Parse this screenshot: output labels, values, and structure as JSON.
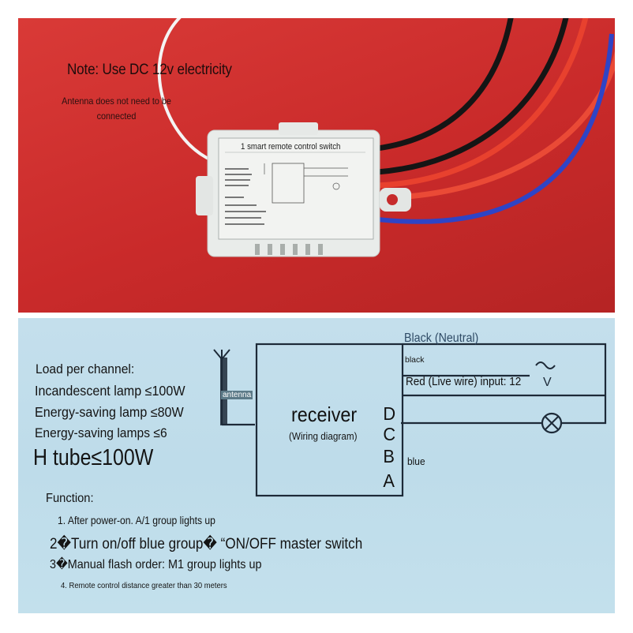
{
  "photo": {
    "note": "Note: Use DC 12v electricity",
    "antenna_note": "Antenna does not need to be connected",
    "device_title": "1 smart remote control switch"
  },
  "diagram": {
    "load_title": "Load per channel:",
    "load_items": [
      "Incandescent lamp ≤100W",
      "Energy-saving lamp ≤80W",
      "Energy-saving lamps ≤6",
      "H tube≤100W"
    ],
    "function_title": "Function:",
    "functions": [
      "1. After power-on. A/1 group lights up",
      "2�Turn on/off blue group� “ON/OFF master switch",
      "3�Manual flash order: M1 group lights up",
      "4. Remote control distance greater than 30 meters"
    ],
    "receiver_label": "receiver",
    "receiver_sub": "(Wiring diagram)",
    "antenna_label": "antenna",
    "wire_neutral": "Black (Neutral)",
    "wire_black": "black",
    "wire_red": "Red (Live wire) input: 12",
    "wire_blue": "blue",
    "terminals": [
      "D",
      "C",
      "B",
      "A"
    ],
    "voltage_symbol": "V"
  },
  "colors": {
    "background_red": "#c92a2a",
    "panel_blue": "#c0ddeb",
    "wire_red": "#e8412e",
    "wire_blue": "#2f44c6",
    "wire_black": "#1a1a1a",
    "line_dark": "#1d2a38"
  }
}
